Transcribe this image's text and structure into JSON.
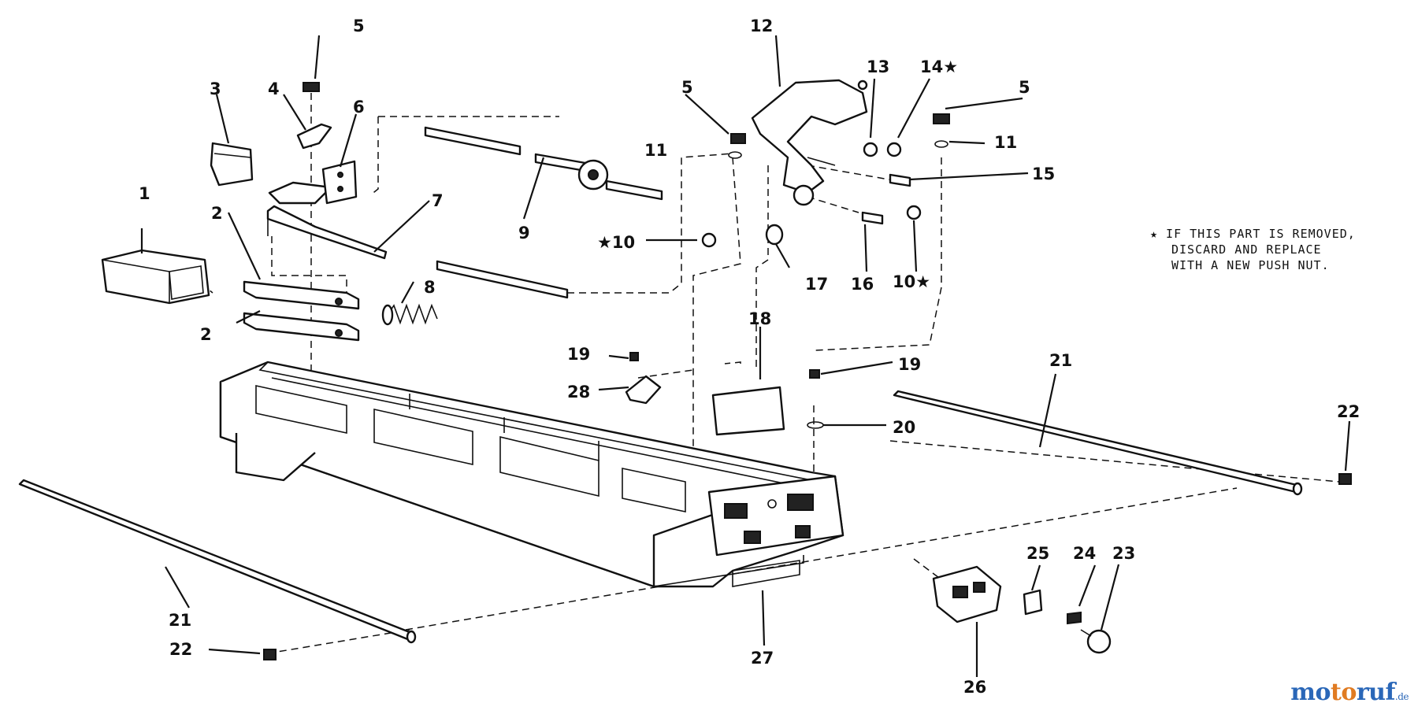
{
  "labels": {
    "p1": "1",
    "p2a": "2",
    "p2b": "2",
    "p3": "3",
    "p4": "4",
    "p5a": "5",
    "p5b": "5",
    "p5c": "5",
    "p6": "6",
    "p7": "7",
    "p8": "8",
    "p9": "9",
    "p10a": "★10",
    "p10b": "10★",
    "p11a": "11",
    "p11b": "11",
    "p12": "12",
    "p13": "13",
    "p14": "14★",
    "p15": "15",
    "p16": "16",
    "p17": "17",
    "p18": "18",
    "p19a": "19",
    "p19b": "19",
    "p20": "20",
    "p21a": "21",
    "p21b": "21",
    "p22a": "22",
    "p22b": "22",
    "p23": "23",
    "p24": "24",
    "p25": "25",
    "p26": "26",
    "p27": "27",
    "p28": "28"
  },
  "note": {
    "line1": "★ IF THIS PART IS REMOVED,",
    "line2": "DISCARD AND REPLACE",
    "line3": "WITH A NEW PUSH NUT."
  },
  "watermark": {
    "part1": "mo",
    "part2": "to",
    "part3": "ruf",
    "tld": ".de"
  }
}
